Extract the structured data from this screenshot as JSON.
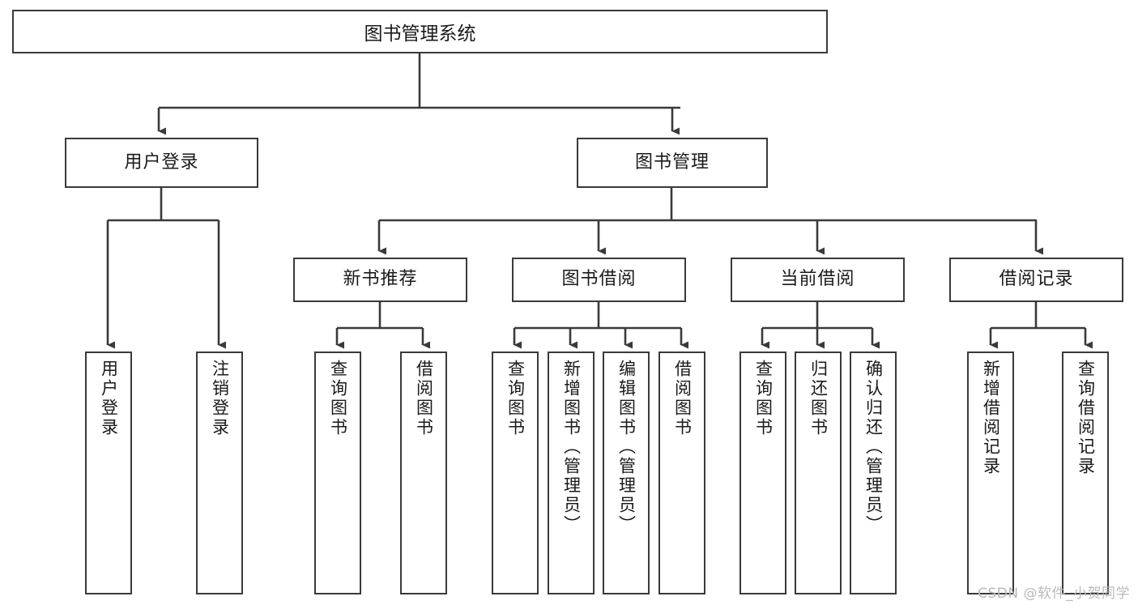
{
  "diagram": {
    "type": "tree-hierarchy",
    "title": "图书管理系统",
    "watermark": "CSDN @软件_小贺同学",
    "colors": {
      "box_border": "#3a3a3a",
      "box_fill": "#ffffff",
      "link": "#3a3a3a",
      "text": "#1a1a1a",
      "watermark": "#b9b9b9"
    },
    "root": {
      "label": "图书管理系统"
    },
    "level2": [
      {
        "label": "用户登录"
      },
      {
        "label": "图书管理"
      }
    ],
    "level3": [
      {
        "label": "新书推荐"
      },
      {
        "label": "图书借阅"
      },
      {
        "label": "当前借阅"
      },
      {
        "label": "借阅记录"
      }
    ],
    "leaves": {
      "user_login": [
        {
          "label": "用户登录"
        },
        {
          "label": "注销登录"
        }
      ],
      "new_book_recommend": [
        {
          "label": "查询图书"
        },
        {
          "label": "借阅图书"
        }
      ],
      "book_borrow": [
        {
          "label": "查询图书"
        },
        {
          "label": "新增图书（管理员）"
        },
        {
          "label": "编辑图书（管理员）"
        },
        {
          "label": "借阅图书"
        }
      ],
      "current_borrow": [
        {
          "label": "查询图书"
        },
        {
          "label": "归还图书"
        },
        {
          "label": "确认归还（管理员）"
        }
      ],
      "borrow_record": [
        {
          "label": "新增借阅记录"
        },
        {
          "label": "查询借阅记录"
        }
      ]
    }
  }
}
